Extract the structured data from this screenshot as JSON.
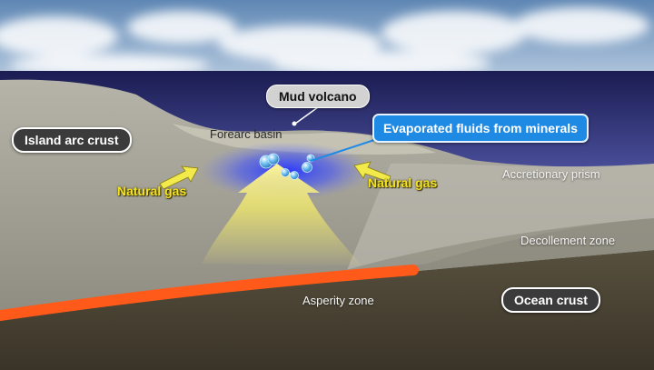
{
  "labels": {
    "mud_volcano": "Mud volcano",
    "evaporated_fluids": "Evaporated fluids from minerals",
    "island_arc_crust": "Island arc crust",
    "forearc_basin": "Forearc basin",
    "natural_gas_left": "Natural gas",
    "natural_gas_right": "Natural gas",
    "accretionary_prism": "Accretionary prism",
    "decollement_zone": "Decollement zone",
    "asperity_zone": "Asperity zone",
    "ocean_crust": "Ocean crust"
  },
  "colors": {
    "sky_top": "#5f87b4",
    "sea": "#1f2060",
    "crust_grey": "#a3a195",
    "ocean_crust": "#4a4333",
    "asperity_line": "#ff5a1a",
    "natural_gas_arrow": "#f2ea6a",
    "fluid_highlight": "#2d3cff",
    "callout_blue": "#1f8ae4"
  }
}
